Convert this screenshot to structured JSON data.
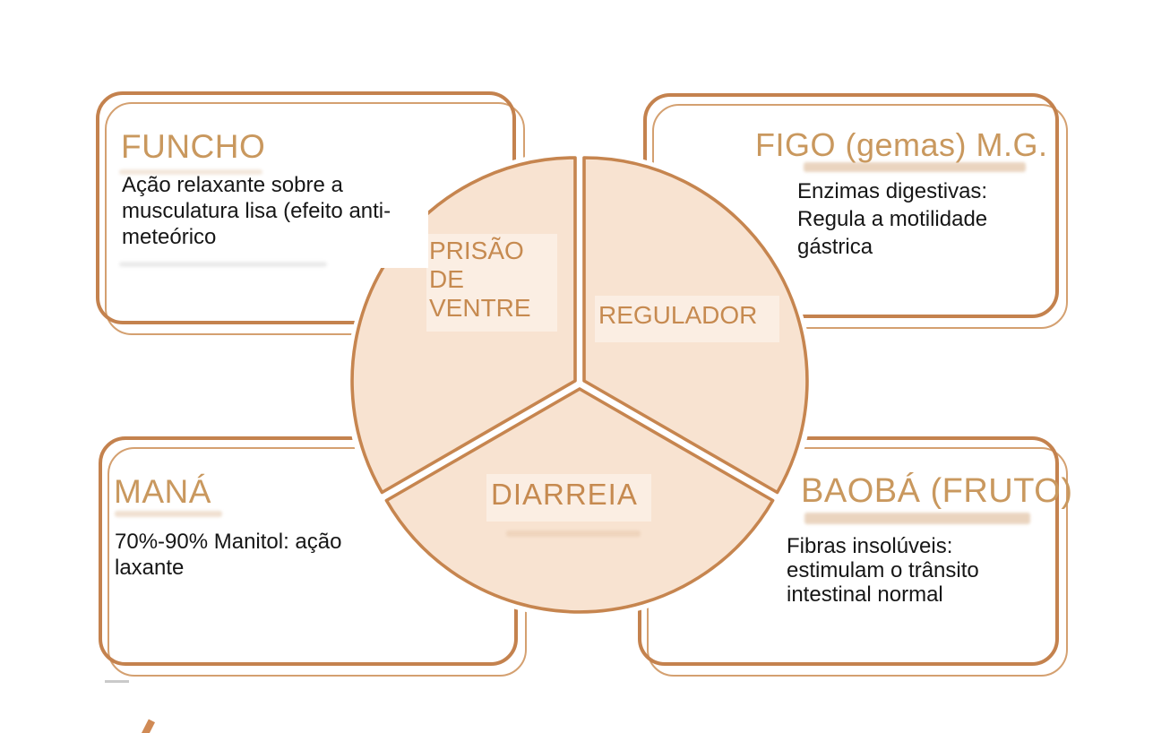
{
  "palette": {
    "outline_thick": "#C4824E",
    "outline_thin": "#D4A070",
    "wedge_fill": "#F8E3D1",
    "wedge_stroke": "#C6854F",
    "title_text": "#C9985E",
    "wedge_label_text": "#C68A50",
    "body_text": "#161616"
  },
  "pie": {
    "segments": [
      {
        "id": "prisao-de-ventre",
        "label": "PRISÃO\nDE\nVENTRE"
      },
      {
        "id": "regulador",
        "label": "REGULADOR"
      },
      {
        "id": "diarreia",
        "label": "DIARREIA"
      }
    ]
  },
  "boxes": [
    {
      "id": "funcho",
      "title": "FUNCHO",
      "body": "Ação relaxante sobre a\nmusculatura lisa (efeito anti-\nmeteórico"
    },
    {
      "id": "figo",
      "title": "FIGO (gemas) M.G.",
      "body": "Enzimas digestivas:\nRegula a motilidade\ngástrica"
    },
    {
      "id": "mana",
      "title": "MANÁ",
      "body": "70%-90% Manitol: ação\nlaxante"
    },
    {
      "id": "baoba",
      "title": "BAOBÁ (FRUTO)",
      "body": "Fibras insolúveis:\nestimulam o trânsito\nintestinal normal"
    }
  ]
}
